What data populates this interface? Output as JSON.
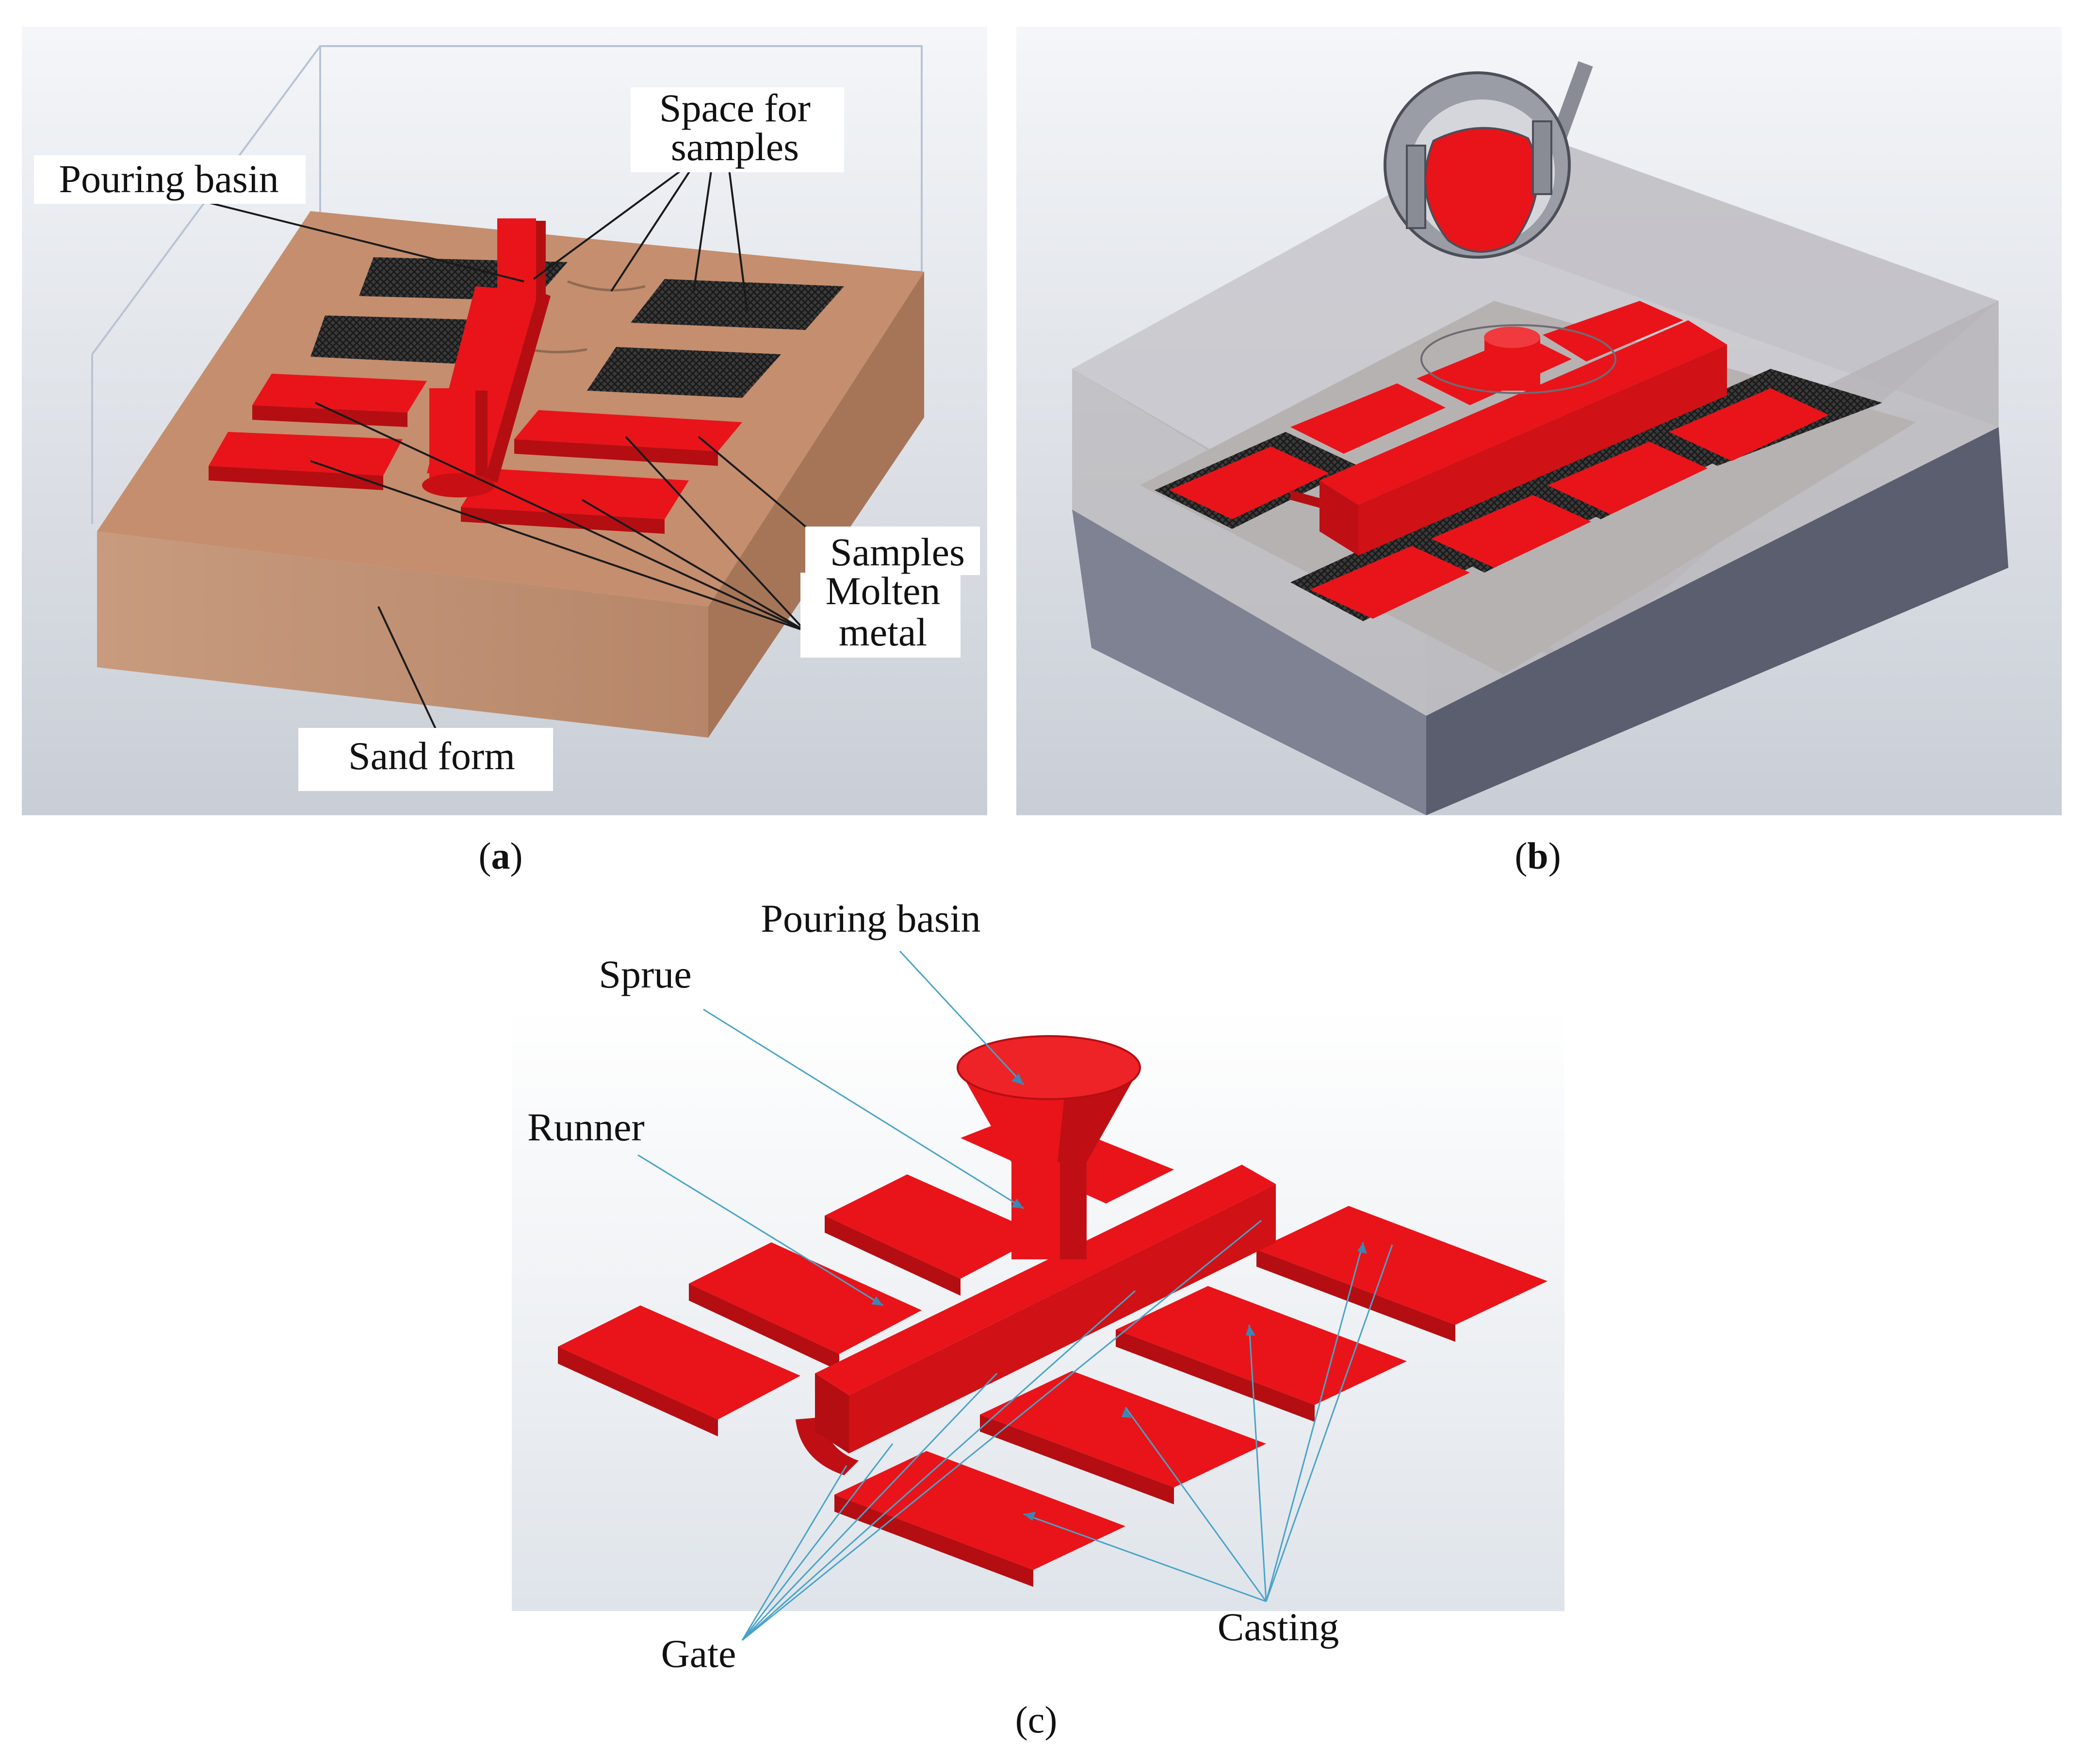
{
  "panels": {
    "a": {
      "caption_open": "(",
      "caption_letter": "a",
      "caption_close": ")",
      "labels": {
        "pouring_basin": "Pouring basin",
        "space_line1": "Space for",
        "space_line2": "samples",
        "samples": "Samples",
        "molten_line1": "Molten",
        "molten_line2": "metal",
        "sand_form": "Sand form"
      }
    },
    "b": {
      "caption_open": "(",
      "caption_letter": "b",
      "caption_close": ")"
    },
    "c": {
      "caption_open": "(",
      "caption_letter": "c",
      "caption_close": ")",
      "labels": {
        "pouring_basin": "Pouring basin",
        "sprue": "Sprue",
        "runner": "Runner",
        "gate": "Gate",
        "casting": "Casting"
      }
    }
  },
  "colors": {
    "molten_metal": "#e8141a",
    "molten_dark": "#b40e12",
    "sand": "#c99473",
    "mold_gray": "#8a8e9a",
    "leader_blue": "#4aa3c8"
  }
}
